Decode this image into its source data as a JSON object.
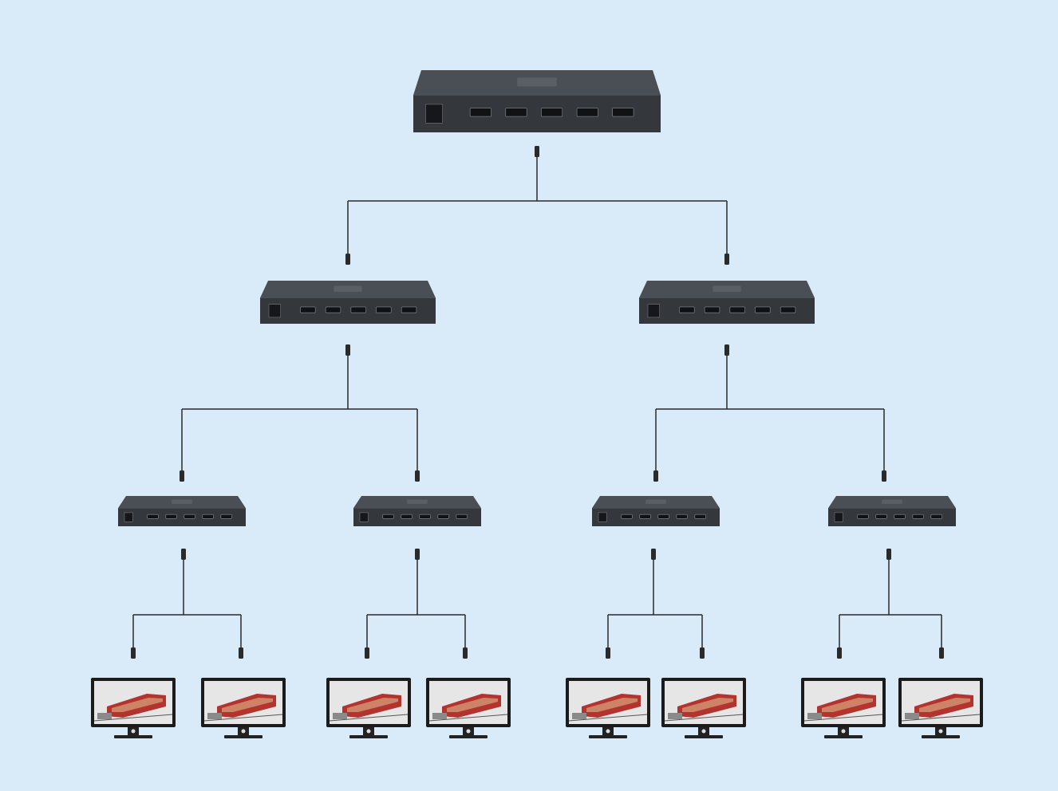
{
  "diagram": {
    "background": "#d9ebf8",
    "device_color": "#34373c",
    "device_top_color": "#4a4e55",
    "cable_color": "#2a2a2a",
    "screen_frame_color": "#1b1b1b",
    "screen_bg_color": "#e6e6e6",
    "train_color": "#b3342e",
    "devices": [
      {
        "id": "root",
        "tier": 1,
        "ports": 5,
        "feeds": [
          "split-a",
          "split-b"
        ]
      },
      {
        "id": "split-a",
        "tier": 2,
        "ports": 5,
        "feeds": [
          "split-a1",
          "split-a2"
        ]
      },
      {
        "id": "split-b",
        "tier": 2,
        "ports": 5,
        "feeds": [
          "split-b1",
          "split-b2"
        ]
      },
      {
        "id": "split-a1",
        "tier": 3,
        "ports": 5,
        "feeds": [
          "monitor-1",
          "monitor-2"
        ]
      },
      {
        "id": "split-a2",
        "tier": 3,
        "ports": 5,
        "feeds": [
          "monitor-3",
          "monitor-4"
        ]
      },
      {
        "id": "split-b1",
        "tier": 3,
        "ports": 5,
        "feeds": [
          "monitor-5",
          "monitor-6"
        ]
      },
      {
        "id": "split-b2",
        "tier": 3,
        "ports": 5,
        "feeds": [
          "monitor-7",
          "monitor-8"
        ]
      }
    ],
    "monitors": [
      {
        "id": "monitor-1",
        "screen": "train-image"
      },
      {
        "id": "monitor-2",
        "screen": "train-image"
      },
      {
        "id": "monitor-3",
        "screen": "train-image"
      },
      {
        "id": "monitor-4",
        "screen": "train-image"
      },
      {
        "id": "monitor-5",
        "screen": "train-image"
      },
      {
        "id": "monitor-6",
        "screen": "train-image"
      },
      {
        "id": "monitor-7",
        "screen": "train-image"
      },
      {
        "id": "monitor-8",
        "screen": "train-image"
      }
    ]
  }
}
